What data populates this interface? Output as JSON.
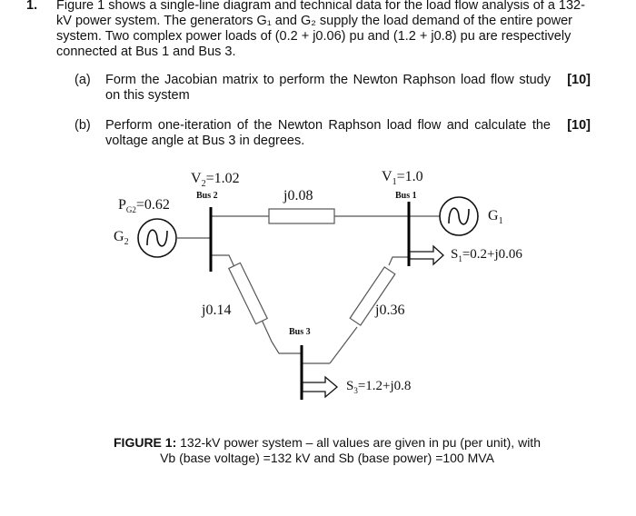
{
  "question": {
    "number": "1.",
    "text": "Figure 1 shows a single-line diagram and technical data for the load flow analysis of a 132-kV power system. The generators G₁ and G₂ supply the load demand of the entire power system. Two complex power loads of (0.2 + j0.06) pu and (1.2 + j0.8) pu are respectively connected at Bus 1 and Bus 3.",
    "parts": [
      {
        "label": "(a)",
        "text": "Form the Jacobian matrix to perform the Newton Raphson load flow study on this system",
        "marks": "[10]"
      },
      {
        "label": "(b)",
        "text": "Perform one-iteration of the Newton Raphson load flow and calculate the voltage angle at Bus 3 in degrees.",
        "marks": "[10]"
      }
    ]
  },
  "diagram": {
    "bus2": {
      "label": "Bus 2",
      "voltage_main": "V",
      "voltage_sub": "2",
      "voltage_val": "=1.02"
    },
    "bus1": {
      "label": "Bus 1",
      "voltage_main": "V",
      "voltage_sub": "1",
      "voltage_val": "=1.0"
    },
    "bus3": {
      "label": "Bus 3"
    },
    "gen2": {
      "name_main": "G",
      "name_sub": "2",
      "p_main": "P",
      "p_sub": "G2",
      "p_val": "=0.62"
    },
    "gen1": {
      "name_main": "G",
      "name_sub": "1"
    },
    "line12": {
      "impedance": "j0.08"
    },
    "line23": {
      "impedance": "j0.14"
    },
    "line13": {
      "impedance": "j0.36"
    },
    "load1": {
      "main": "S",
      "sub": "1",
      "val": "=0.2+j0.06"
    },
    "load3": {
      "main": "S",
      "sub": "3",
      "val": "=1.2+j0.8"
    }
  },
  "caption": {
    "label": "FIGURE 1:",
    "line1": " 132-kV power system – all values are given in pu (per unit), with",
    "line2": "Vb (base voltage) =132 kV and Sb (base power) =100 MVA"
  }
}
